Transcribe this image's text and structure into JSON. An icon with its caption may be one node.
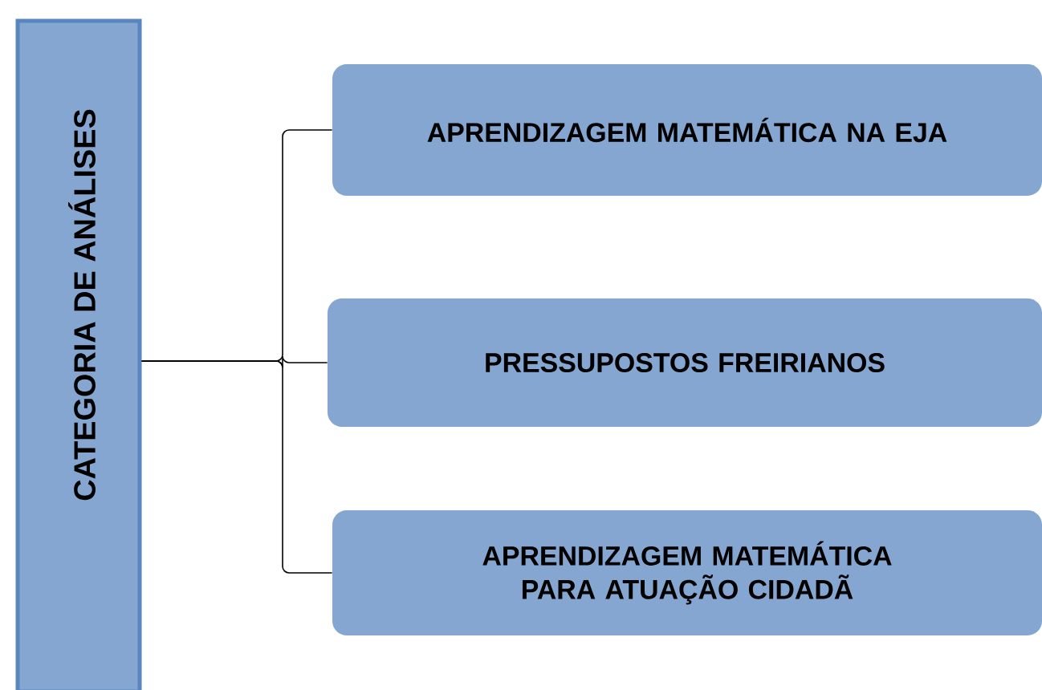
{
  "diagram": {
    "nodes": [
      {
        "text": [
          "CATEGORIA DE ANÁLISES"
        ]
      },
      {
        "text": [
          "APRENDIZAGEM MATEMÁTICA NA EJA"
        ]
      },
      {
        "text": [
          "PRESSUPOSTOS FREIRIANOS"
        ]
      },
      {
        "text": [
          "APRENDIZAGEM MATEMÁTICA PARA ATUAÇÃO CIDADÃ"
        ]
      }
    ],
    "edges": [
      {
        "from": 0,
        "to": 1,
        "arrow": "none"
      },
      {
        "from": 0,
        "to": 2,
        "arrow": "none"
      },
      {
        "from": 0,
        "to": 3,
        "arrow": "none"
      }
    ]
  }
}
